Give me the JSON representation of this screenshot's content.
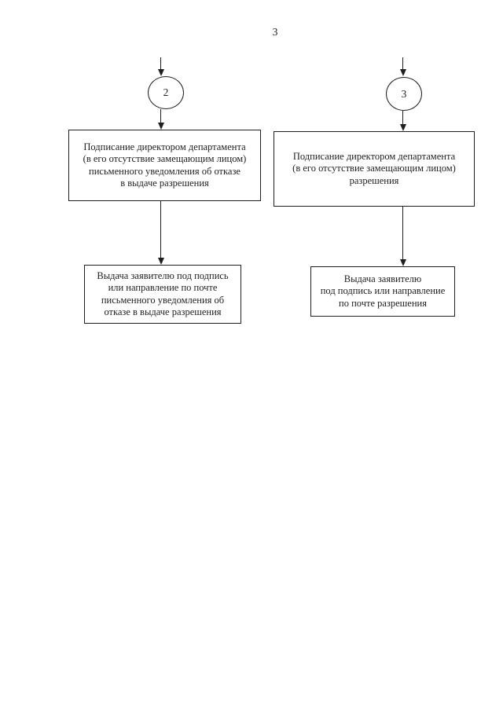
{
  "page": {
    "number": "3"
  },
  "colors": {
    "ink": "#1f1f1f",
    "paper": "#ffffff"
  },
  "flow_left": {
    "connector_label": "2",
    "box1_lines": [
      "Подписание директором департамента",
      "(в его отсутствие замещающим лицом)",
      "письменного уведомления об отказе",
      "в выдаче разрешения"
    ],
    "box2_lines": [
      "Выдача заявителю под подпись",
      "или направление по почте",
      "письменного уведомления об",
      "отказе в выдаче разрешения"
    ]
  },
  "flow_right": {
    "connector_label": "3",
    "box1_lines": [
      "Подписание директором департамента",
      "(в его отсутствие замещающим лицом)",
      "разрешения"
    ],
    "box2_lines": [
      "Выдача заявителю",
      "под подпись или направление",
      "по почте разрешения"
    ]
  }
}
